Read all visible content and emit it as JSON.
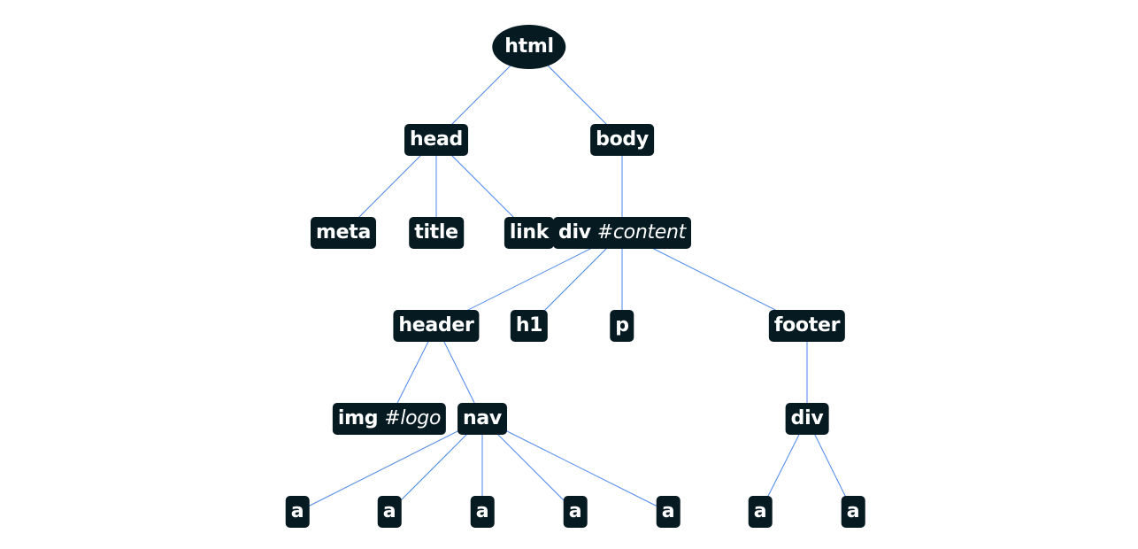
{
  "nodes": [
    {
      "id": "html",
      "tag": "html",
      "parent": null
    },
    {
      "id": "head",
      "tag": "head",
      "parent": "html"
    },
    {
      "id": "body",
      "tag": "body",
      "parent": "html"
    },
    {
      "id": "meta",
      "tag": "meta",
      "parent": "head"
    },
    {
      "id": "title",
      "tag": "title",
      "parent": "head"
    },
    {
      "id": "link",
      "tag": "link",
      "parent": "head"
    },
    {
      "id": "div-content",
      "tag": "div",
      "attr": "#content",
      "parent": "body"
    },
    {
      "id": "header",
      "tag": "header",
      "parent": "div-content"
    },
    {
      "id": "h1",
      "tag": "h1",
      "parent": "div-content"
    },
    {
      "id": "p",
      "tag": "p",
      "parent": "div-content"
    },
    {
      "id": "footer",
      "tag": "footer",
      "parent": "div-content"
    },
    {
      "id": "img-logo",
      "tag": "img",
      "attr": "#logo",
      "parent": "header"
    },
    {
      "id": "nav",
      "tag": "nav",
      "parent": "header"
    },
    {
      "id": "div-footer",
      "tag": "div",
      "parent": "footer"
    },
    {
      "id": "a1",
      "tag": "a",
      "parent": "nav"
    },
    {
      "id": "a2",
      "tag": "a",
      "parent": "nav"
    },
    {
      "id": "a3",
      "tag": "a",
      "parent": "nav"
    },
    {
      "id": "a4",
      "tag": "a",
      "parent": "nav"
    },
    {
      "id": "a5",
      "tag": "a",
      "parent": "nav"
    },
    {
      "id": "a6",
      "tag": "a",
      "parent": "div-footer"
    },
    {
      "id": "a7",
      "tag": "a",
      "parent": "div-footer"
    }
  ],
  "colors": {
    "node_fill": "#061a22",
    "node_text": "#ffffff",
    "edge": "#4a86e8",
    "background": "#ffffff"
  }
}
